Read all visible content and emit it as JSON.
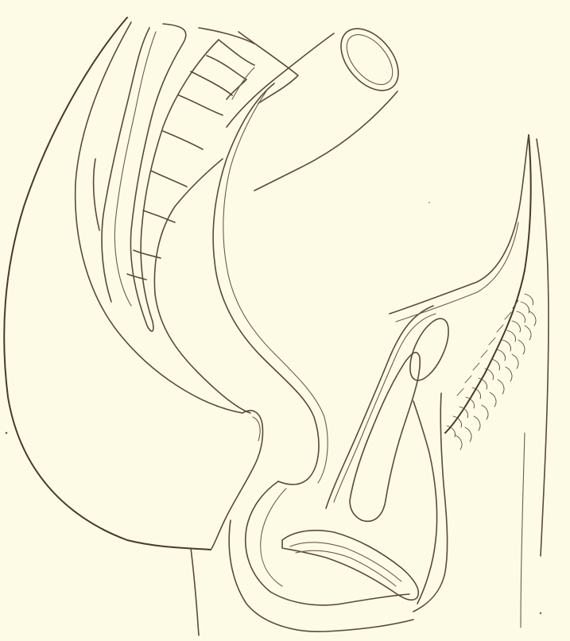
{
  "illustration": {
    "background_color": "#fdfbe6",
    "ink_color": "#5b4a37",
    "parts": [
      "outer-body-contour",
      "vertebral-column",
      "rectum",
      "intestine-tube",
      "bladder",
      "uterus",
      "vagina",
      "pubic-hair"
    ]
  }
}
